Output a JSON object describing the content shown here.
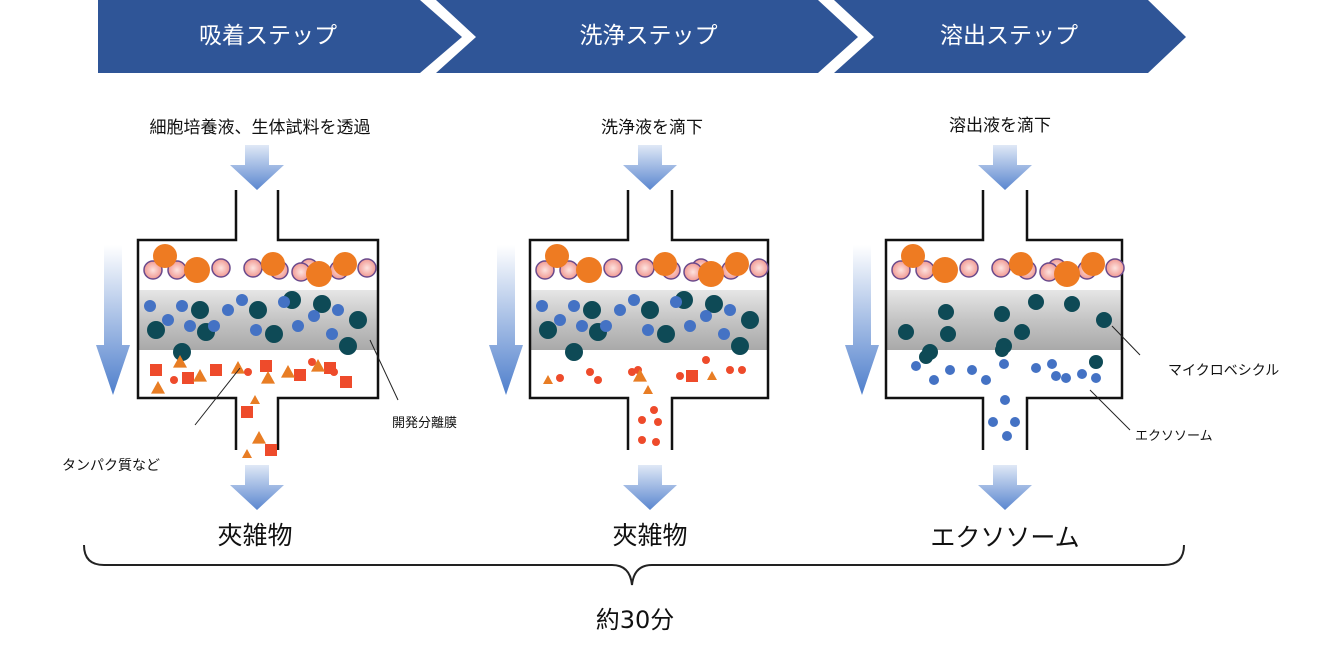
{
  "title": "エクソソーム精製プロセス",
  "colors": {
    "banner": "#2f5597",
    "cell_large": "#ee7b22",
    "cell_pink_fill": "#f7b6b0",
    "cell_pink_edge": "#6a4a8c",
    "microvesicle": "#0e4a56",
    "exosome": "#4472c4",
    "protein_red": "#ee4b2b",
    "protein_orange": "#e87d24",
    "membrane_gray": "#bfbfbf"
  },
  "steps": [
    {
      "name": "吸着ステップ",
      "instruction": "細胞培養液、生体試料を透過",
      "output": "夾雑物",
      "callouts": [
        "タンパク質など",
        "開発分離膜"
      ]
    },
    {
      "name": "洗浄ステップ",
      "instruction": "洗浄液を滴下",
      "output": "夾雑物",
      "callouts": []
    },
    {
      "name": "溶出ステップ",
      "instruction": "溶出液を滴下",
      "output": "エクソソーム",
      "callouts": [
        "マイクロベシクル",
        "エクソソーム"
      ]
    }
  ],
  "total_time": "約30分",
  "icons": [
    "chevron-banner",
    "down-arrow-icon",
    "flow-arrow-icon",
    "filter-column",
    "brace"
  ]
}
